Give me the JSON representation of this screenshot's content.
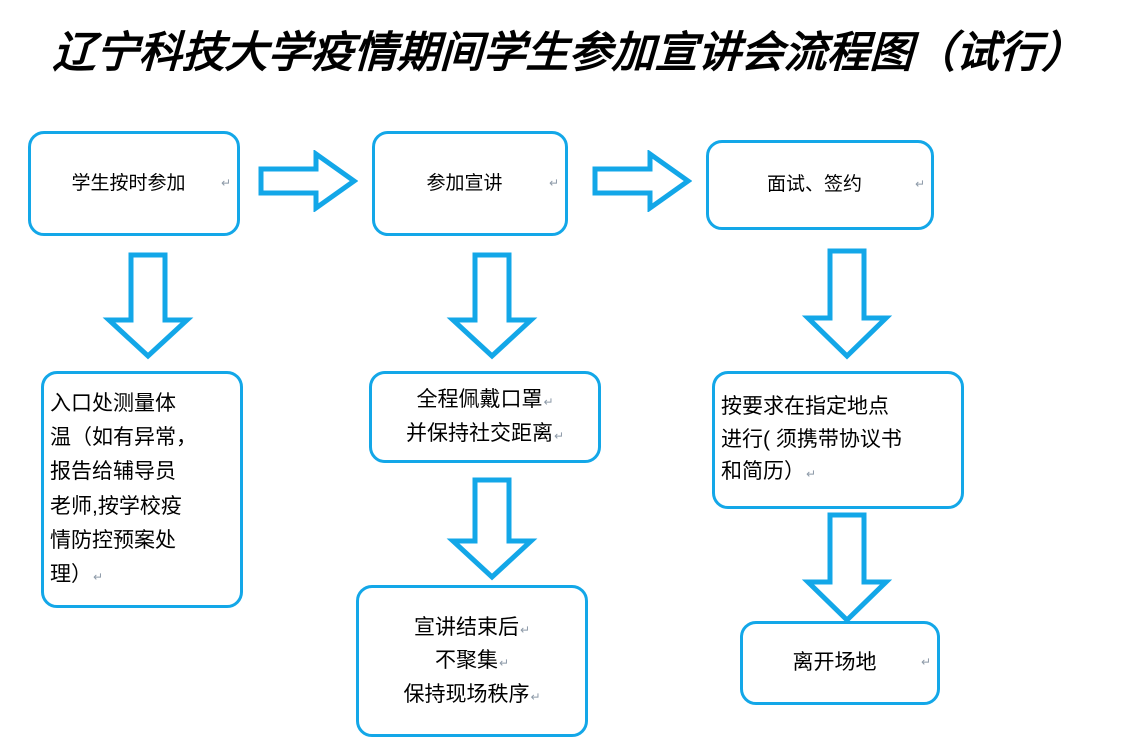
{
  "page": {
    "title": "辽宁科技大学疫情期间学生参加宣讲会流程图（试行）",
    "accent_color": "#13a7e8",
    "background_color": "#ffffff",
    "text_color": "#000000",
    "pilcrow_glyph": "↵"
  },
  "nodes": {
    "attend": {
      "lines": [
        "学生按时参加"
      ],
      "pilcrow_on_last": true
    },
    "session": {
      "lines": [
        "参加宣讲"
      ],
      "pilcrow_on_last": true
    },
    "interview": {
      "lines": [
        "面试、签约"
      ],
      "pilcrow_on_last": true
    },
    "temperature": {
      "lines": [
        "入口处测量体",
        "温（如有异常，",
        "报告给辅导员",
        "老师,按学校疫",
        "情防控预案处",
        "理）"
      ],
      "pilcrow_on_last": true,
      "full_text": "入口处测量体温（如有异常，报告给辅导员老师,按学校疫情防控预案处理）"
    },
    "mask": {
      "lines": [
        "全程佩戴口罩",
        "并保持社交距离"
      ],
      "pilcrow_each_line": true,
      "full_text": "全程佩戴口罩并保持社交距离"
    },
    "location": {
      "lines": [
        "按要求在指定地点",
        "进行( 须携带协议书",
        "和简历）"
      ],
      "pilcrow_on_last": true,
      "full_text": "按要求在指定地点进行( 须携带协议书和简历）"
    },
    "after_session": {
      "lines": [
        "宣讲结束后",
        "不聚集",
        "保持现场秩序"
      ],
      "pilcrow_each_line": true,
      "full_text": "宣讲结束后不聚集保持现场秩序"
    },
    "leave": {
      "lines": [
        "离开场地"
      ],
      "pilcrow_on_last": true
    }
  },
  "arrows": [
    {
      "name": "attend-to-session",
      "direction": "right"
    },
    {
      "name": "session-to-interview",
      "direction": "right"
    },
    {
      "name": "attend-to-temperature",
      "direction": "down"
    },
    {
      "name": "session-to-mask",
      "direction": "down"
    },
    {
      "name": "interview-to-location",
      "direction": "down"
    },
    {
      "name": "mask-to-after-session",
      "direction": "down"
    },
    {
      "name": "location-to-leave",
      "direction": "down"
    }
  ]
}
